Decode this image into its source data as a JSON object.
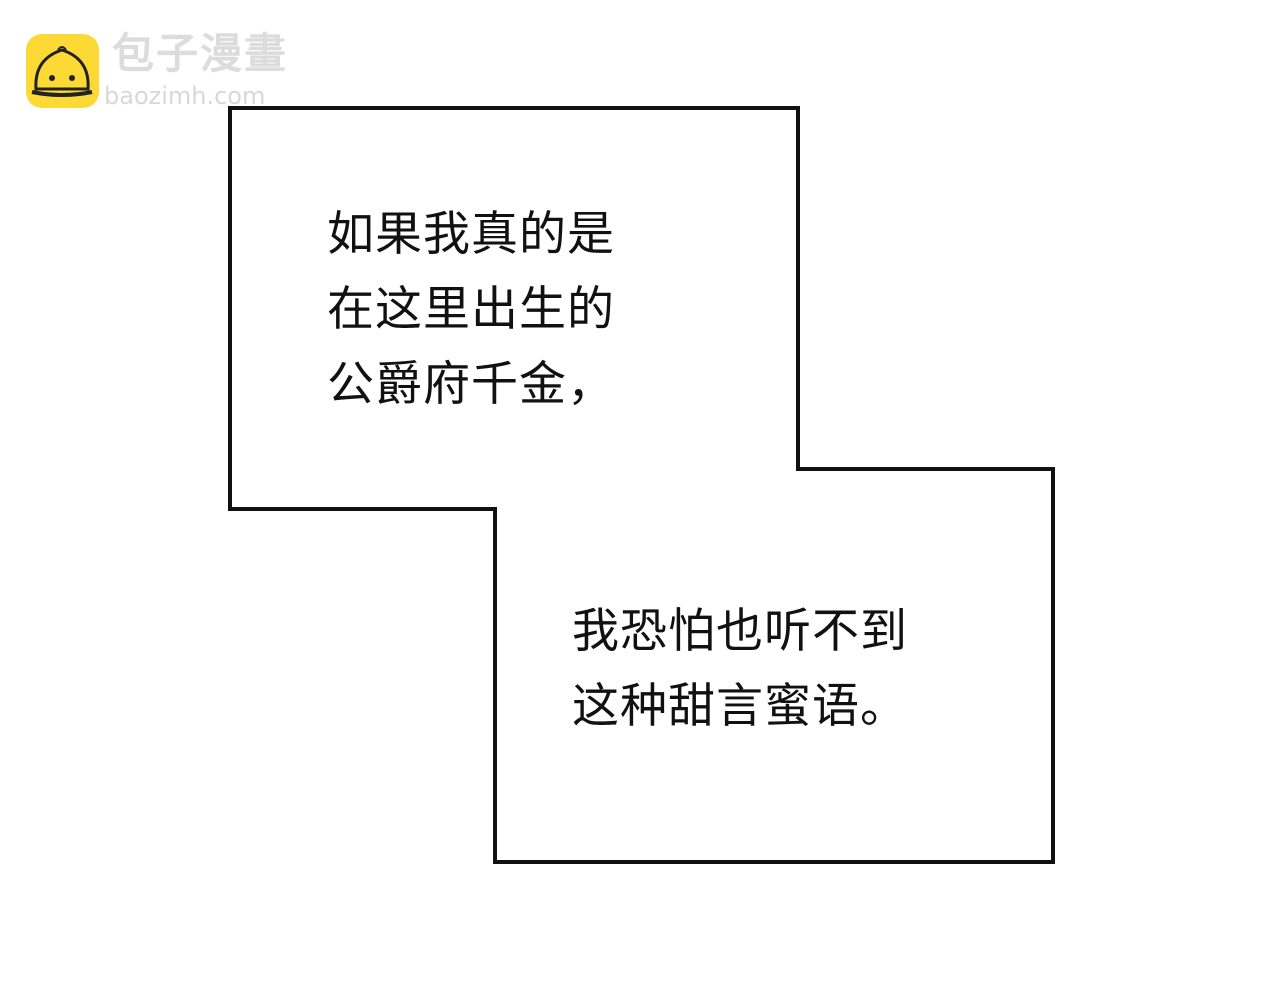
{
  "watermark": {
    "name": "包子漫畫",
    "url": "baozimh.com",
    "icon": "bun-mascot-icon",
    "icon_color": "#fcd934"
  },
  "bubbles": [
    {
      "lines": [
        "如果我真的是",
        "在这里出生的",
        "公爵府千金，"
      ]
    },
    {
      "lines": [
        "我恐怕也听不到",
        "这种甜言蜜语。"
      ]
    }
  ]
}
